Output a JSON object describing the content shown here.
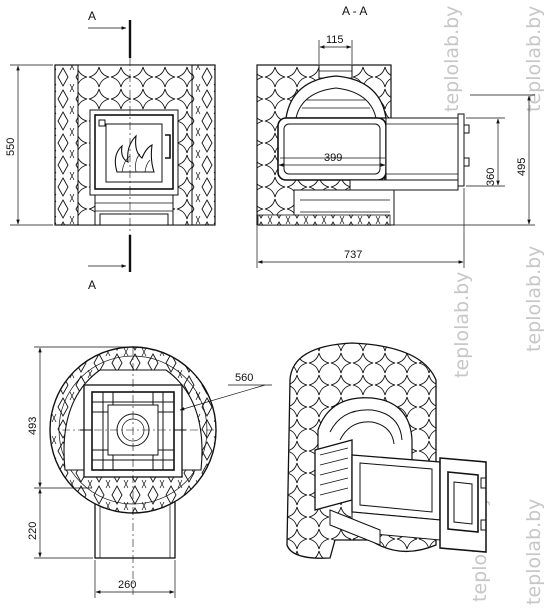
{
  "watermark": "teplolab.by",
  "section": {
    "name": "A - A",
    "marker": "A"
  },
  "dimensions": {
    "front_height": "550",
    "chimney": "115",
    "firebox_depth": "399",
    "firebox_height": "360",
    "section_height": "495",
    "total_depth": "737",
    "plan_width": "493",
    "outer_diameter": "560",
    "channel_length": "220",
    "channel_width": "260"
  },
  "colors": {
    "line": "#111111",
    "watermark": "#c7c7c7",
    "background": "#ffffff"
  },
  "icons": [
    "section-arrow-icon",
    "flame-icon",
    "dimension-arrow-icon"
  ]
}
